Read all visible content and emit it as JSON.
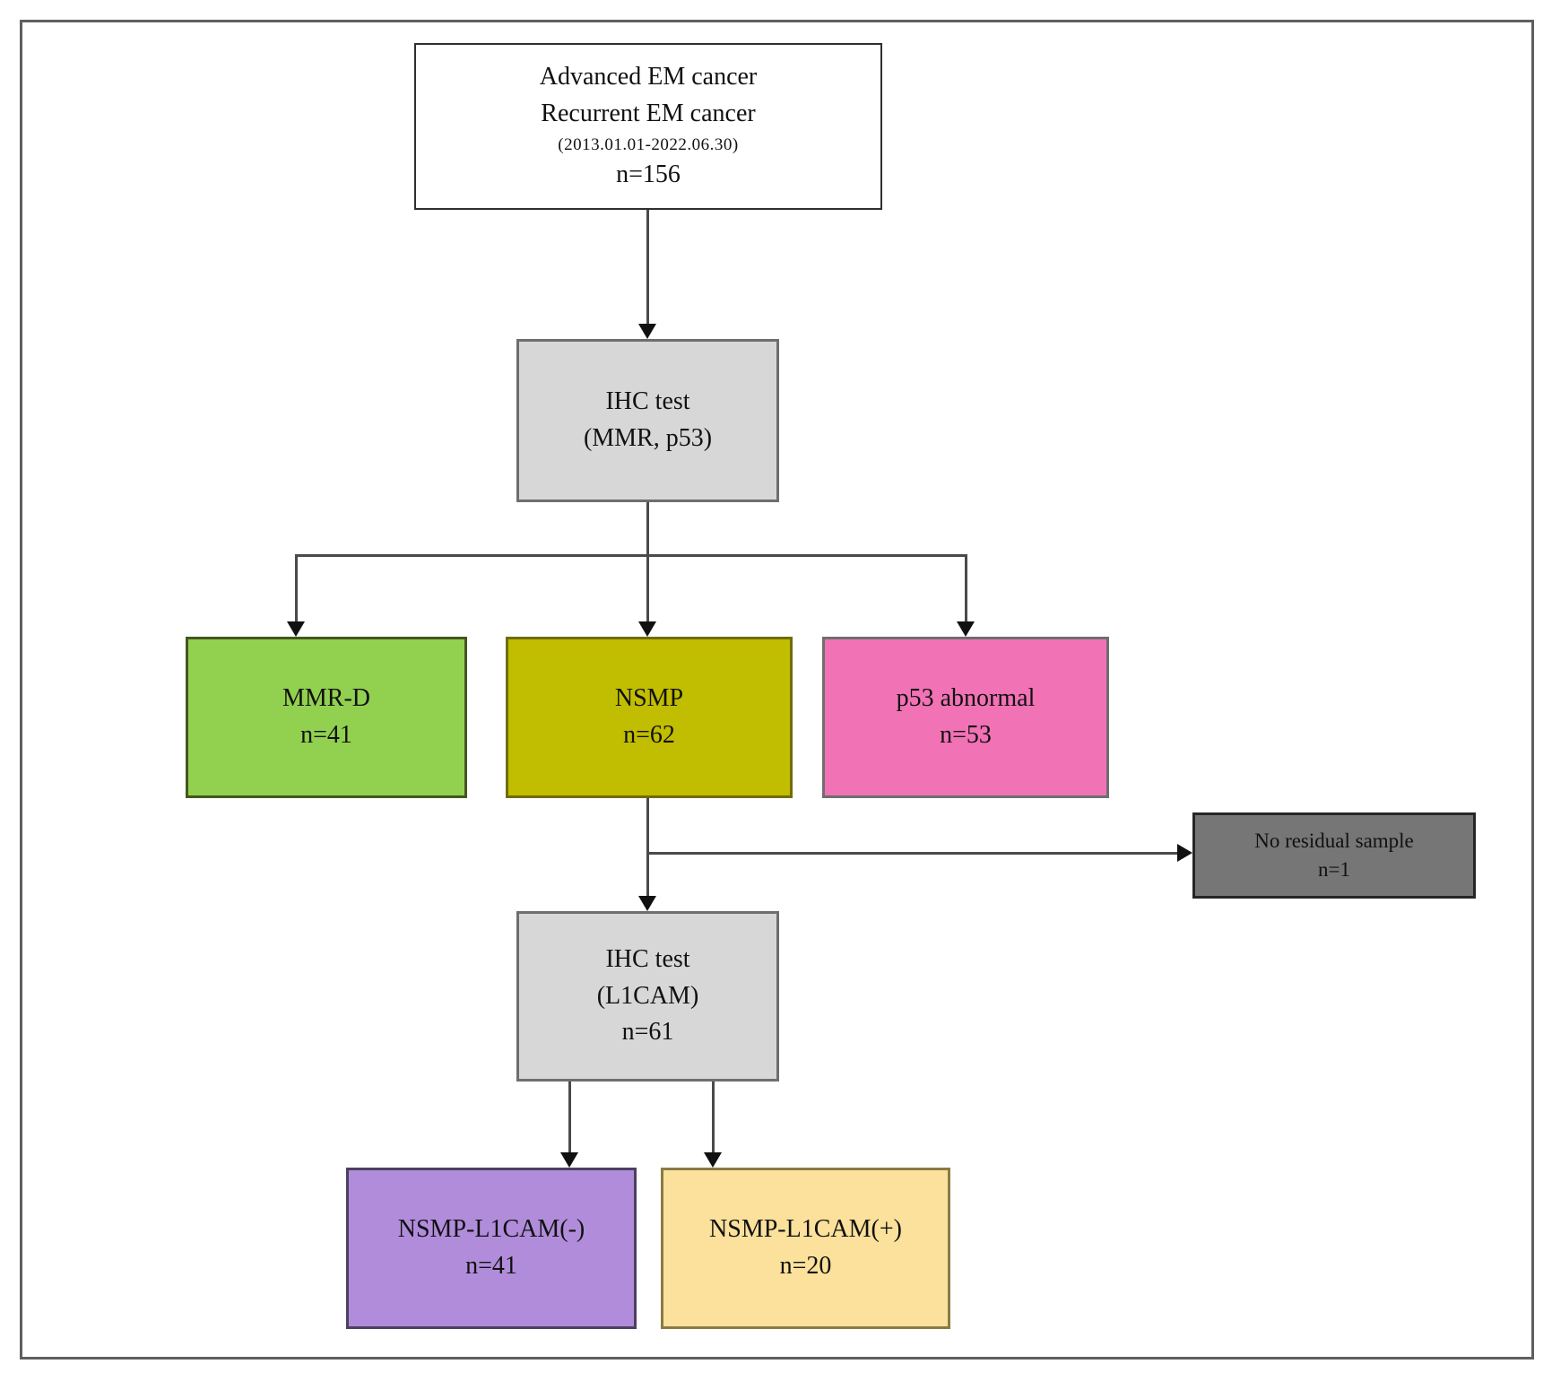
{
  "colors": {
    "enrollment_bg": "#ffffff",
    "ihc_bg": "#d7d7d7",
    "mmrd_bg": "#92d050",
    "nsmp_bg": "#c1bd00",
    "p53_bg": "#f272b6",
    "no_residual_bg": "#767676",
    "l1cam_neg_bg": "#b18cdb",
    "l1cam_pos_bg": "#fbe19b",
    "line": "#4a4a4a"
  },
  "nodes": {
    "enrollment": {
      "line1": "Advanced EM cancer",
      "line2": "Recurrent EM cancer",
      "date_range": "(2013.01.01-2022.06.30)",
      "n": "n=156"
    },
    "ihc_mmr_p53": {
      "line1": "IHC test",
      "line2": "(MMR, p53)"
    },
    "mmrd": {
      "label": "MMR-D",
      "n": "n=41"
    },
    "nsmp": {
      "label": "NSMP",
      "n": "n=62"
    },
    "p53_abnormal": {
      "label": "p53 abnormal",
      "n": "n=53"
    },
    "no_residual_sample": {
      "label": "No residual sample",
      "n": "n=1"
    },
    "ihc_l1cam": {
      "line1": "IHC test",
      "line2": "(L1CAM)",
      "n": "n=61"
    },
    "nsmp_l1cam_neg": {
      "label": "NSMP-L1CAM(-)",
      "n": "n=41"
    },
    "nsmp_l1cam_pos": {
      "label": "NSMP-L1CAM(+)",
      "n": "n=20"
    }
  }
}
